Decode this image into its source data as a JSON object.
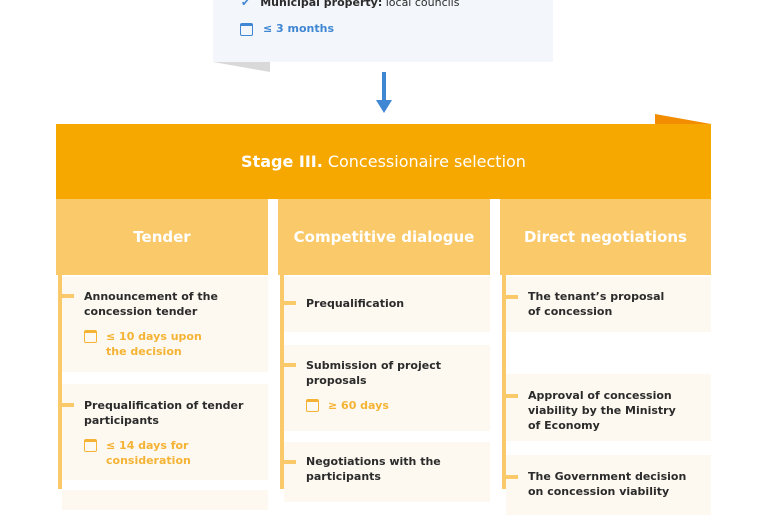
{
  "top_card": {
    "owner_label": "Municipal property:",
    "owner_value": "local councils",
    "duration": "≤ 3 months",
    "icons": [
      "check-icon",
      "calendar-icon"
    ]
  },
  "stage": {
    "number": "Stage III.",
    "title": "Concessionaire selection"
  },
  "colors": {
    "orange": "#f7a800",
    "light_orange": "#f9c96a",
    "blue": "#3f86d3",
    "card_bg": "#fdf9f0"
  },
  "columns": [
    {
      "title": "Tender",
      "steps": [
        {
          "title": "Announcement of the concession tender",
          "time": "≤ 10 days upon the decision"
        },
        {
          "title": "Prequalification of tender participants",
          "time": "≤ 14 days for consideration"
        }
      ]
    },
    {
      "title": "Competitive dialogue",
      "steps": [
        {
          "title": "Prequalification"
        },
        {
          "title": "Submission of project proposals",
          "time": "≥ 60 days"
        },
        {
          "title": "Negotiations with the participants"
        }
      ]
    },
    {
      "title": "Direct negotiations",
      "steps": [
        {
          "title": "The tenant’s proposal of concession"
        },
        {
          "title": "Approval of concession viability by the Ministry of Economy"
        },
        {
          "title": "The Government decision on concession viability"
        }
      ]
    }
  ]
}
